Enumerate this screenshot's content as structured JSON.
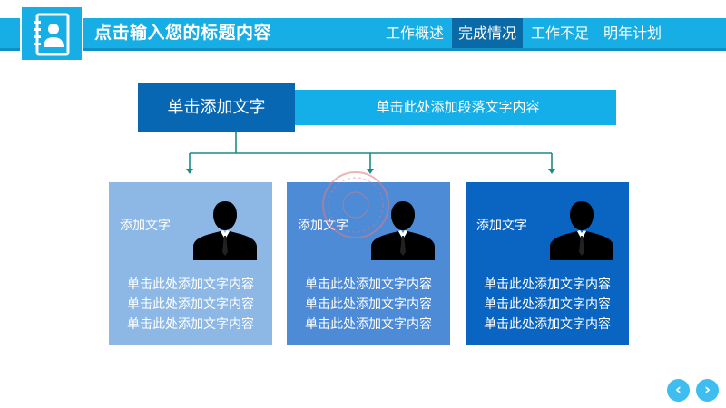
{
  "header": {
    "title": "点击输入您的标题内容",
    "nav": [
      {
        "label": "工作概述",
        "active": false
      },
      {
        "label": "完成情况",
        "active": true
      },
      {
        "label": "工作不足",
        "active": false
      },
      {
        "label": "明年计划",
        "active": false
      }
    ],
    "logo_icon": "contact-book-icon"
  },
  "banner": {
    "main_label": "单击添加文字",
    "sub_label": "单击此处添加段落文字内容"
  },
  "cards": [
    {
      "title": "添加文字",
      "lines": [
        "单击此处添加文字内容",
        "单击此处添加文字内容",
        "单击此处添加文字内容"
      ],
      "icon": "businessman-silhouette-icon"
    },
    {
      "title": "添加文字",
      "lines": [
        "单击此处添加文字内容",
        "单击此处添加文字内容",
        "单击此处添加文字内容"
      ],
      "icon": "businessman-silhouette-icon"
    },
    {
      "title": "添加文字",
      "lines": [
        "单击此处添加文字内容",
        "单击此处添加文字内容",
        "单击此处添加文字内容"
      ],
      "icon": "businessman-silhouette-icon"
    }
  ],
  "pager": {
    "prev_icon": "chevron-left-icon",
    "next_icon": "chevron-right-icon",
    "prev_glyph": "‹",
    "next_glyph": "›"
  },
  "colors": {
    "accent": "#16aee5",
    "dark_blue": "#0867b2",
    "card_light": "#8db8e6",
    "card_mid": "#4e8bd7",
    "card_dark": "#0965c1",
    "connector": "#1a8a8a"
  }
}
